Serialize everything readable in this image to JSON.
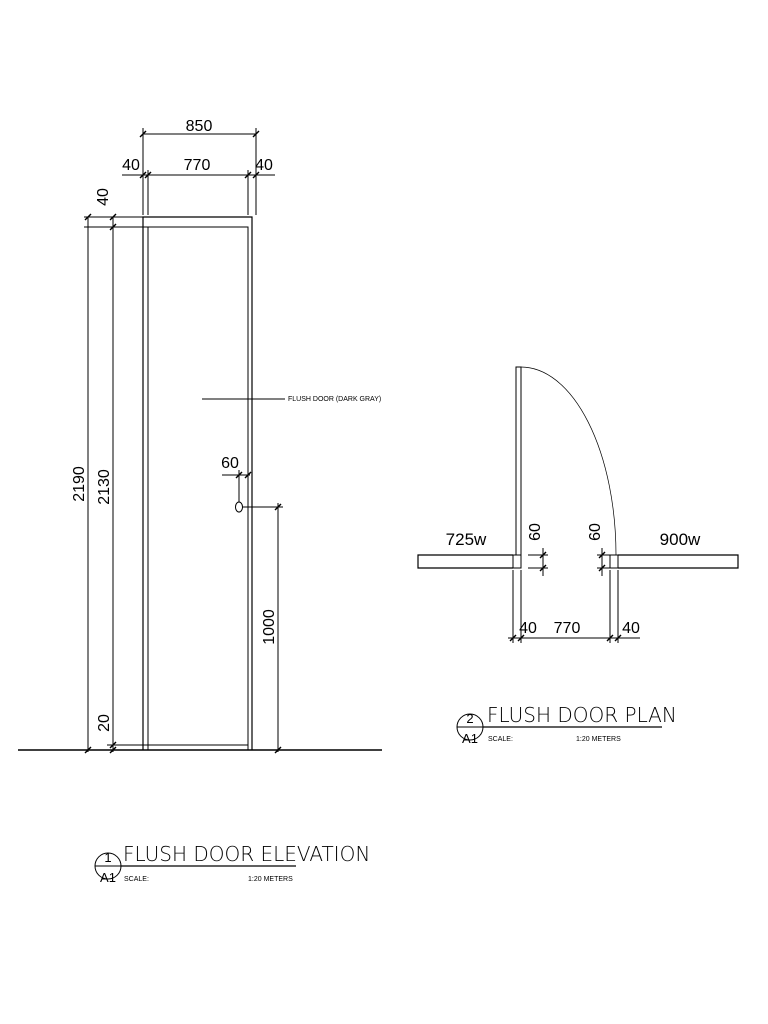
{
  "elevation": {
    "dims": {
      "overall_width": "850",
      "left_jamb": "40",
      "opening_width": "770",
      "right_jamb": "40",
      "head": "40",
      "overall_height": "2190",
      "leaf_height": "2130",
      "threshold": "20",
      "handle_offset": "60",
      "handle_height": "1000"
    },
    "callout": "FLUSH DOOR (DARK GRAY)",
    "title": {
      "number": "1",
      "sheet": "A1",
      "name": "FLUSH DOOR ELEVATION",
      "scale_label": "SCALE:",
      "scale_value": "1:20 METERS"
    }
  },
  "plan": {
    "dims": {
      "left_wall": "725w",
      "right_wall": "900w",
      "left_jamb_depth": "60",
      "right_jamb_depth": "60",
      "left_jamb": "40",
      "opening_width": "770",
      "right_jamb": "40"
    },
    "title": {
      "number": "2",
      "sheet": "A1",
      "name": "FLUSH DOOR PLAN",
      "scale_label": "SCALE:",
      "scale_value": "1:20 METERS"
    }
  }
}
